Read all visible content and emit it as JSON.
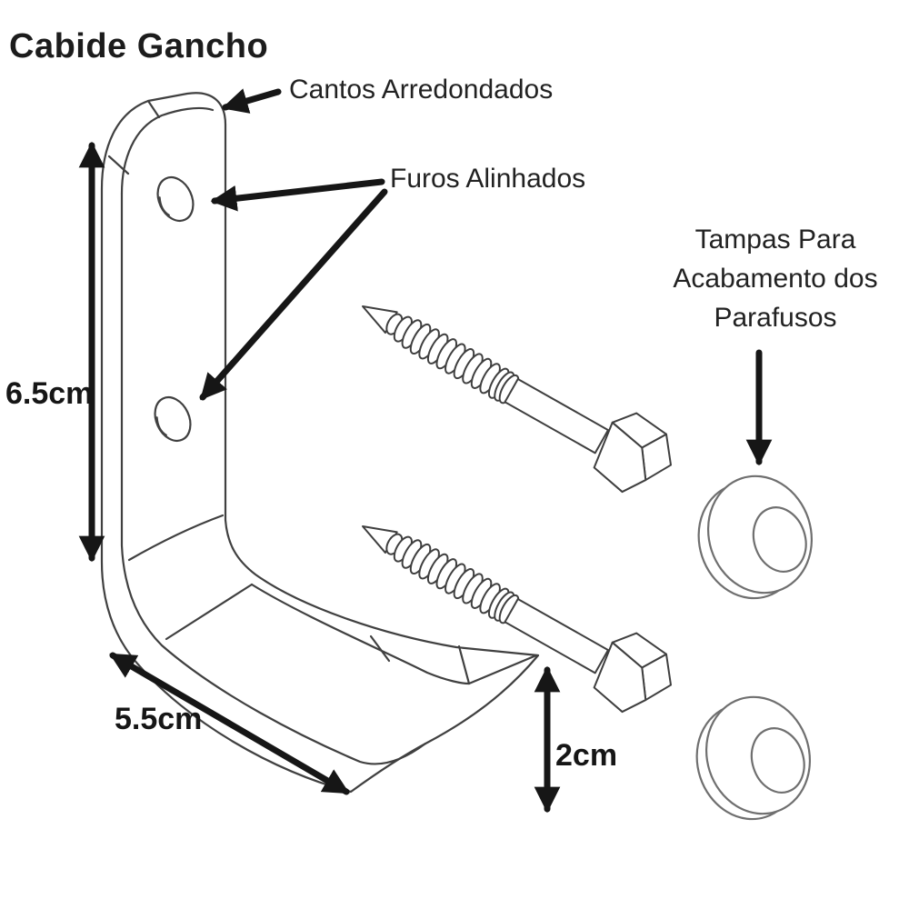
{
  "title": "Cabide Gancho",
  "labels": {
    "rounded_corners": "Cantos Arredondados",
    "aligned_holes": "Furos Alinhados",
    "screw_caps": "Tampas Para\nAcabamento dos\nParafusos"
  },
  "dimensions": {
    "bracket_height": "6.5cm",
    "bracket_width": "5.5cm",
    "hook_clearance": "2cm"
  },
  "drawing_parts": {
    "bracket": "L-shaped hook bracket with two aligned holes",
    "screws": "two hex-head lag screws",
    "caps": "two round finishing caps"
  },
  "colors": {
    "background": "#ffffff",
    "text": "#1c1c1c",
    "drawing_line": "#404040",
    "light_line": "#6f6f6f",
    "arrow": "#161616"
  }
}
